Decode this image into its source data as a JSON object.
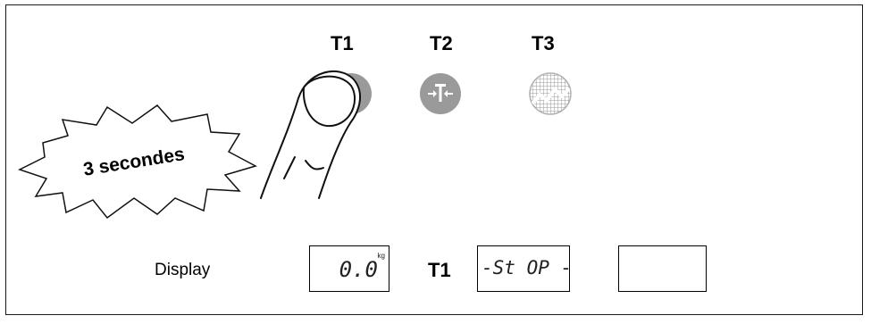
{
  "keys": {
    "t1_label": "T1",
    "t2_label": "T2",
    "t3_label": "T3"
  },
  "burst": {
    "text": "3 secondes"
  },
  "display": {
    "label": "Display",
    "panel1_value": "0.0",
    "panel1_unit": "kg",
    "arrow_label": "T1",
    "panel2_value": "-St OP -",
    "panel3_value": ""
  },
  "colors": {
    "button_grey": "#9a9a9a",
    "line": "#1a1a1a"
  },
  "icons": {
    "t1": "power-icon",
    "t2": "tare-icon",
    "t3": "grid-chart-icon"
  }
}
